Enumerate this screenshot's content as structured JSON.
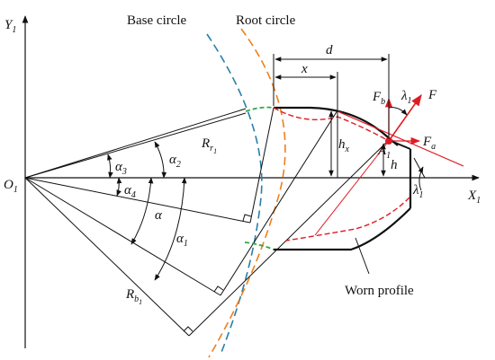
{
  "labels": {
    "base_circle": "Base circle",
    "root_circle": "Root circle",
    "worn_profile": "Worn profile",
    "axis_y": "Y",
    "axis_y_sub": "1",
    "axis_x": "X",
    "axis_x_sub": "1",
    "origin": "O",
    "origin_sub": "1",
    "d": "d",
    "x": "x",
    "F": "F",
    "Fb": "F",
    "Fb_sub": "b",
    "Fa": "F",
    "Fa_sub": "a",
    "hx": "h",
    "hx_sub": "x",
    "h": "h",
    "A1": "A",
    "A1_sub": "1",
    "lambda_top": "λ",
    "lambda_top_sub": "1",
    "lambda_right": "λ",
    "lambda_right_sub": "1",
    "Rr": "R",
    "Rr_sub": "r",
    "Rr_sub2": "1",
    "Rb": "R",
    "Rb_sub": "b",
    "Rb_sub2": "1",
    "alpha": "α",
    "alpha1": "α",
    "alpha1_sub": "1",
    "alpha2": "α",
    "alpha2_sub": "2",
    "alpha3": "α",
    "alpha3_sub": "3",
    "alpha4": "α",
    "alpha4_sub": "4"
  },
  "colors": {
    "base_circle": "#2a7fa8",
    "root_circle": "#f07f1a",
    "worn": "#e01b24",
    "fillet": "#2ea84a",
    "line": "#111111"
  }
}
